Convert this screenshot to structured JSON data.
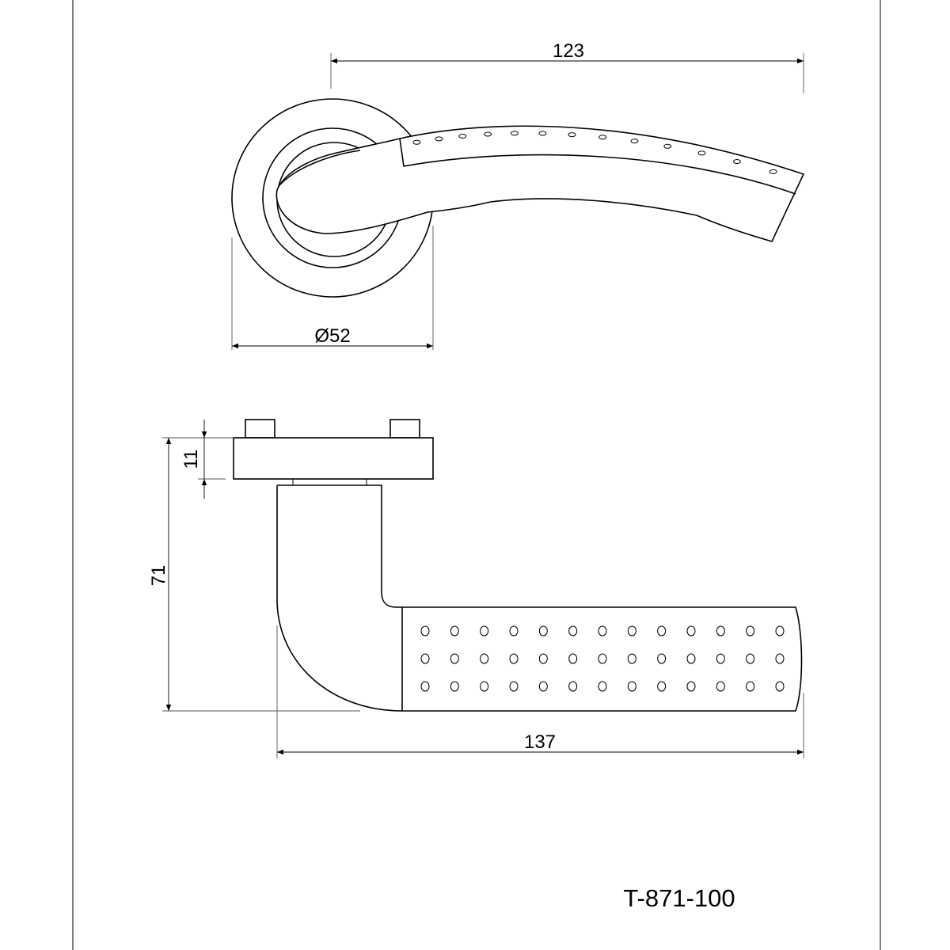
{
  "drawing": {
    "code": "T-871-100",
    "dimensions": {
      "lever_length_top": "123",
      "rosette_diameter": "Ø52",
      "rosette_height": "11",
      "total_height": "71",
      "lever_length_side": "137"
    },
    "grip_dots": {
      "rows": 3,
      "columns": 13
    },
    "top_dots": 13,
    "line_color": "#000000"
  }
}
